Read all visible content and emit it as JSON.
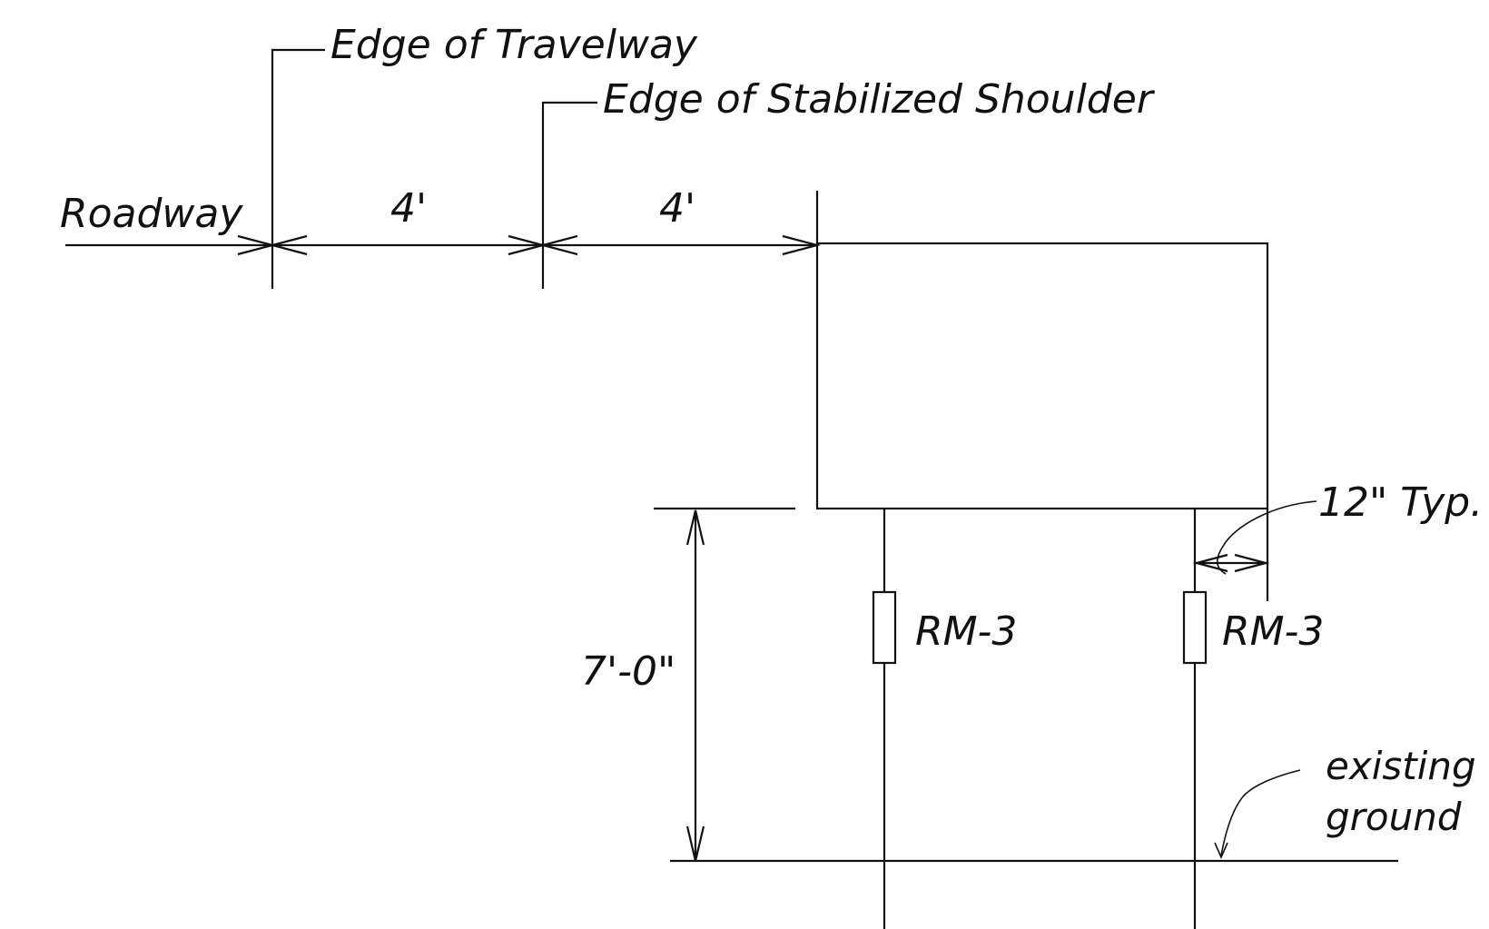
{
  "labels": {
    "edge_of_travelway": "Edge of Travelway",
    "edge_of_stabilized_shoulder": "Edge of Stabilized Shoulder",
    "roadway": "Roadway",
    "offset_travelway_to_shoulder": "4'",
    "offset_shoulder_to_sign": "4'",
    "post_spacing_note": "12\" Typ.",
    "mounting_height": "7'-0\"",
    "breakaway_left": "RM-3",
    "breakaway_right": "RM-3",
    "ground_line1": "existing",
    "ground_line2": "ground"
  },
  "colors": {
    "line": "#111111",
    "background": "#ffffff"
  }
}
